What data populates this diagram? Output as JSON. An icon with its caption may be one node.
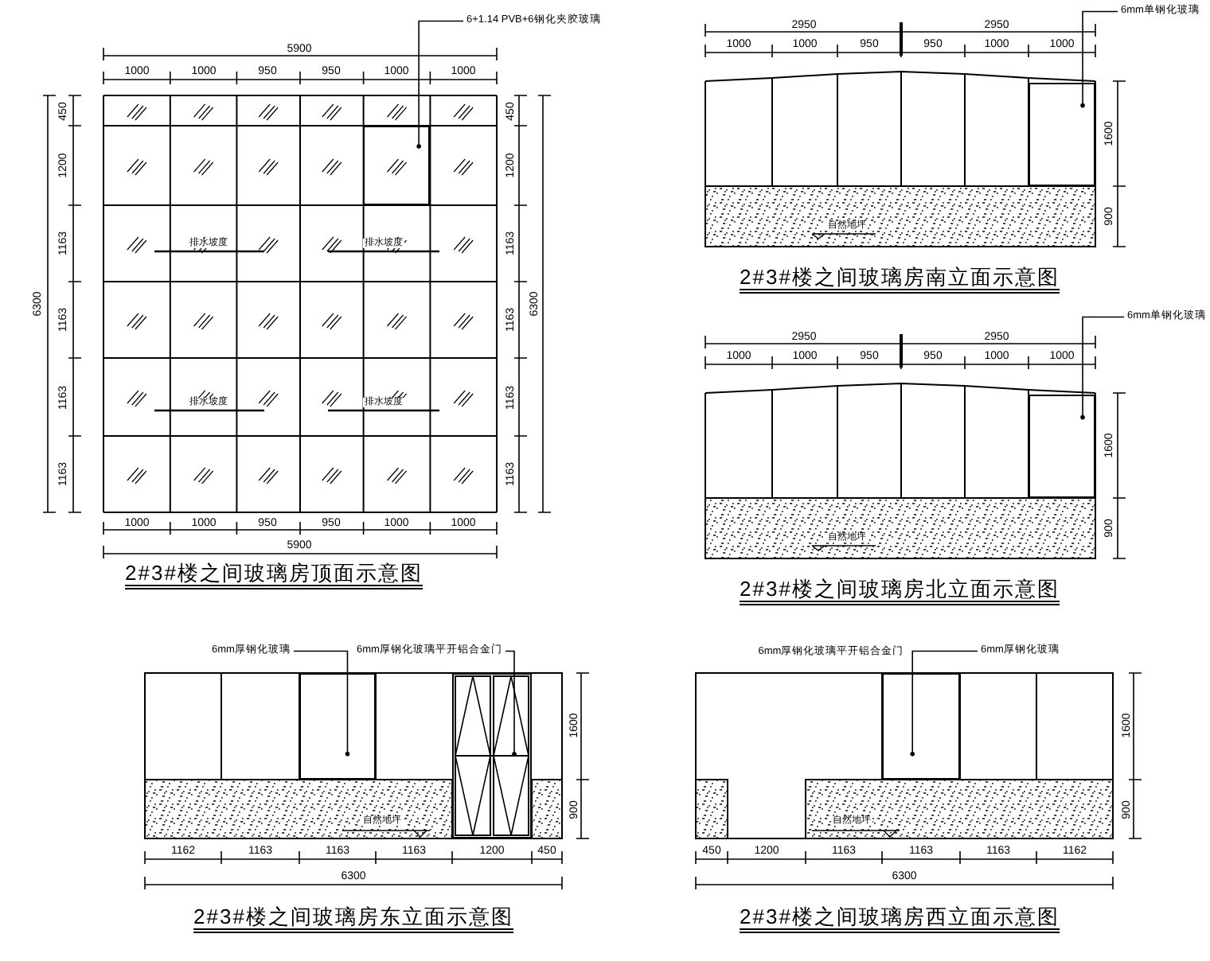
{
  "diagram": {
    "nodes": [
      {
        "text": [
          "6+1.14 PVB+6钢化夹胶玻璃"
        ]
      },
      {
        "text": [],
        "shape": "box"
      },
      {
        "text": [
          "6mm单钢化玻璃"
        ]
      },
      {
        "text": [],
        "shape": "box"
      },
      {
        "text": [
          "6mm单钢化玻璃"
        ]
      },
      {
        "text": [],
        "shape": "box"
      },
      {
        "text": [
          "6mm厚钢化玻璃"
        ]
      },
      {
        "text": [],
        "shape": "box"
      },
      {
        "text": [
          "6mm厚钢化玻璃平开铝合金门"
        ]
      },
      {
        "text": [],
        "shape": "picture"
      },
      {
        "text": [
          "6mm厚钢化玻璃"
        ]
      },
      {
        "text": [],
        "shape": "box"
      }
    ],
    "edges": [
      {
        "from": 0,
        "to": 1,
        "arrow": "other"
      },
      {
        "from": 2,
        "to": 3,
        "arrow": "other"
      },
      {
        "from": 4,
        "to": 5,
        "arrow": "other"
      },
      {
        "from": 6,
        "to": 7,
        "arrow": "other"
      },
      {
        "from": 8,
        "to": 9,
        "arrow": "other"
      },
      {
        "from": 10,
        "to": 11,
        "arrow": "other"
      }
    ],
    "labels": [
      "5900",
      "1000",
      "1000",
      "950",
      "950",
      "1000",
      "1000",
      "450",
      "1200",
      "1163",
      "1163",
      "1163",
      "1163",
      "6300",
      "450",
      "1200",
      "1163",
      "1163",
      "1163",
      "1163",
      "6300",
      "排水坡度",
      "排水坡度",
      "排水坡度",
      "排水坡度",
      "1000",
      "1000",
      "950",
      "950",
      "1000",
      "1000",
      "5900",
      "2#3#楼之间玻璃房顶面示意图",
      "2950",
      "2950",
      "1000",
      "1000",
      "950",
      "950",
      "1000",
      "1000",
      "1600",
      "900",
      "自然地坪",
      "2#3#楼之间玻璃房南立面示意图",
      "2950",
      "2950",
      "1000",
      "1000",
      "950",
      "950",
      "1000",
      "1000",
      "1600",
      "900",
      "自然地坪",
      "2#3#楼之间玻璃房北立面示意图",
      "1600",
      "900",
      "自然地坪",
      "1162",
      "1163",
      "1163",
      "1163",
      "1200",
      "450",
      "6300",
      "2#3#楼之间玻璃房东立面示意图",
      "6mm厚钢化玻璃平开铝合金门",
      "1600",
      "900",
      "自然地坪",
      "450",
      "1200",
      "1163",
      "1163",
      "1163",
      "1162",
      "6300",
      "2#3#楼之间玻璃房西立面示意图"
    ]
  }
}
